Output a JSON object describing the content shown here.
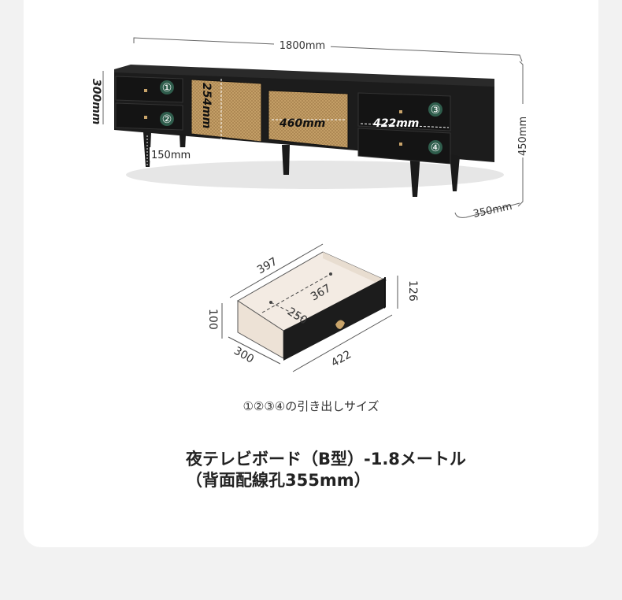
{
  "dimensions": {
    "width": "1800mm",
    "height": "450mm",
    "depth": "350mm",
    "drawer_height": "300mm",
    "inner_height": "254mm",
    "door_width": "460mm",
    "drawer_width": "422mm",
    "leg_height": "150mm"
  },
  "drawer_markers": [
    "①",
    "②",
    "③",
    "④"
  ],
  "drawer_diagram": {
    "outer_length": "397",
    "inner_length": "367",
    "inner_depth": "250",
    "height": "100",
    "depth": "300",
    "front_width": "422",
    "front_height": "126"
  },
  "caption": "①②③④の引き出しサイズ",
  "title": "夜テレビボード（B型）-1.8メートル（背面配線孔355mm）",
  "colors": {
    "wood": "#1c1c1c",
    "rattan": "#c9a46a",
    "marker": "#2f5d4c",
    "drawer_inner": "#f3ebe3"
  }
}
